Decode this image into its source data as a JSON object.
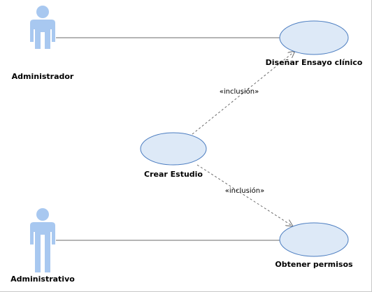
{
  "actors": [
    {
      "name": "Administrador"
    },
    {
      "name": "Administrativo"
    }
  ],
  "use_cases": [
    {
      "name": "Diseñar Ensayo clínico"
    },
    {
      "name": "Crear Estudio"
    },
    {
      "name": "Obtener permisos"
    }
  ],
  "relationships": [
    {
      "type": "include",
      "label": "«inclusión»",
      "from": "Crear Estudio",
      "to": "Diseñar Ensayo clínico"
    },
    {
      "type": "include",
      "label": "«inclusión»",
      "from": "Crear Estudio",
      "to": "Obtener permisos"
    }
  ],
  "colors": {
    "actor_fill": "#a8c8f0",
    "usecase_fill": "#dde9f7",
    "usecase_stroke": "#4a7cc0",
    "line": "#6b6b6b"
  }
}
